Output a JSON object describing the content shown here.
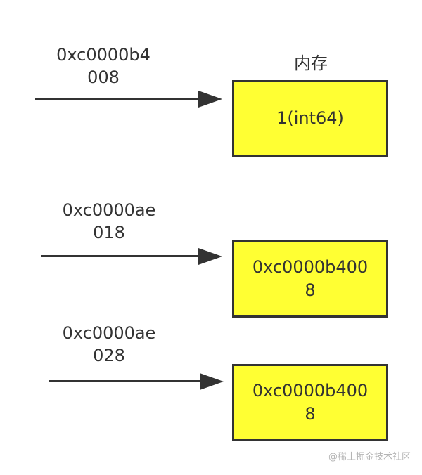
{
  "memory_label": "内存",
  "rows": [
    {
      "address_line1": "0xc0000b4",
      "address_line2": "008",
      "value_line1": "1(int64)",
      "value_line2": ""
    },
    {
      "address_line1": "0xc0000ae",
      "address_line2": "018",
      "value_line1": "0xc0000b400",
      "value_line2": "8"
    },
    {
      "address_line1": "0xc0000ae",
      "address_line2": "028",
      "value_line1": "0xc0000b400",
      "value_line2": "8"
    }
  ],
  "watermark": "@稀土掘金技术社区"
}
